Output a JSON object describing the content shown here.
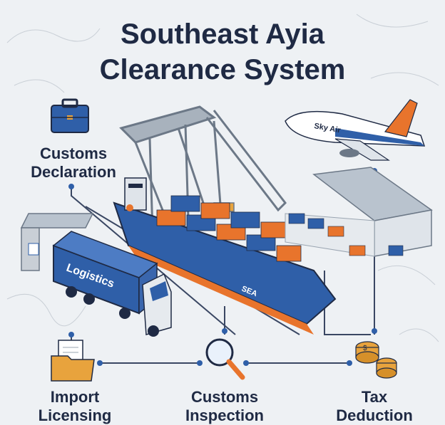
{
  "title_line1": "Southeast Ayia",
  "title_line2": "Clearance System",
  "nodes": {
    "customs_declaration": {
      "line1": "Customs",
      "line2": "Declaration",
      "icon": "briefcase-icon"
    },
    "import_licensing": {
      "line1": "Import",
      "line2": "Licensing",
      "icon": "folder-document-icon"
    },
    "customs_inspection": {
      "line1": "Customs",
      "line2": "Inspection",
      "icon": "magnifier-icon"
    },
    "tax_deduction": {
      "line1": "Tax",
      "line2": "Deduction",
      "icon": "coins-icon"
    }
  },
  "illustrations": {
    "airplane_text": "Sky Air",
    "ship_text": "SEA",
    "truck_text": "Logistics"
  },
  "colors": {
    "navy": "#1f2a44",
    "blue": "#2f5fa8",
    "orange": "#e8742c",
    "gray": "#9aa5b1"
  }
}
